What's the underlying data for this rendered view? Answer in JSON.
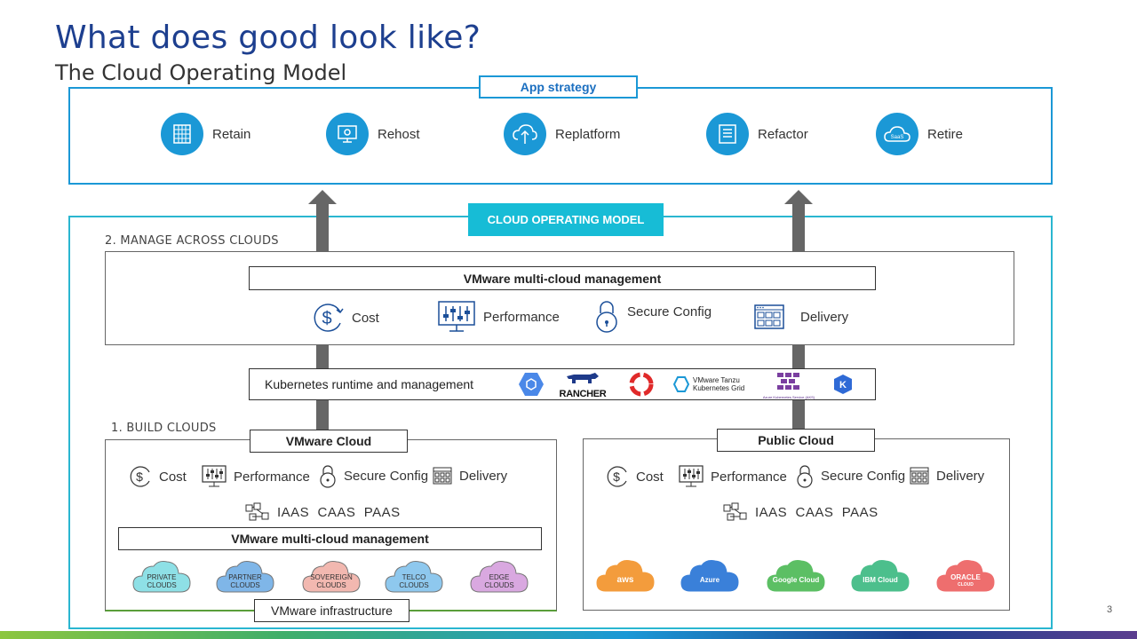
{
  "page": {
    "title": "What does good look like?",
    "subtitle": "The Cloud Operating Model",
    "page_number": "3"
  },
  "app_strategy": {
    "label": "App strategy",
    "items": [
      {
        "label": "Retain",
        "icon": "server-rack-icon"
      },
      {
        "label": "Rehost",
        "icon": "monitor-gear-icon"
      },
      {
        "label": "Replatform",
        "icon": "cloud-upload-icon"
      },
      {
        "label": "Refactor",
        "icon": "list-document-icon"
      },
      {
        "label": "Retire",
        "icon": "saas-cloud-icon"
      }
    ]
  },
  "cloud_operating_model": {
    "label": "CLOUD OPERATING MODEL"
  },
  "manage": {
    "section_label": "2. MANAGE ACROSS CLOUDS",
    "title": "VMware multi-cloud management",
    "items": [
      {
        "label": "Cost",
        "icon": "dollar-cycle-icon"
      },
      {
        "label": "Performance",
        "icon": "dashboard-sliders-icon"
      },
      {
        "label": "Secure Config",
        "icon": "padlock-icon"
      },
      {
        "label": "Delivery",
        "icon": "grid-window-icon"
      }
    ]
  },
  "kubernetes": {
    "label": "Kubernetes runtime and management",
    "logos": [
      "gke-logo",
      "RANCHER",
      "openshift-logo",
      "VMware Tanzu Kubernetes Grid",
      "Azure Kubernetes Service (AKS)",
      "eks-logo"
    ],
    "tanzu_line1": "VMware Tanzu",
    "tanzu_line2": "Kubernetes Grid",
    "rancher": "RANCHER",
    "aks": "Azure Kubernetes Service (AKS)"
  },
  "build": {
    "section_label": "1. BUILD CLOUDS",
    "vmware_cloud": {
      "title": "VMware Cloud",
      "items": [
        "Cost",
        "Performance",
        "Secure Config",
        "Delivery"
      ],
      "services": "IAAS  CAAS  PAAS",
      "mgmt": "VMware multi-cloud management",
      "clouds": [
        {
          "line1": "PRIVATE",
          "line2": "CLOUDS",
          "color": "#8ee0e6"
        },
        {
          "line1": "PARTNER",
          "line2": "CLOUDS",
          "color": "#7fb6e8"
        },
        {
          "line1": "SOVEREIGN",
          "line2": "CLOUDS",
          "color": "#f2b8b0"
        },
        {
          "line1": "TELCO",
          "line2": "CLOUDS",
          "color": "#8ec8ee"
        },
        {
          "line1": "EDGE",
          "line2": "CLOUDS",
          "color": "#d9a8e0"
        }
      ],
      "infra": "VMware infrastructure"
    },
    "public_cloud": {
      "title": "Public Cloud",
      "items": [
        "Cost",
        "Performance",
        "Secure Config",
        "Delivery"
      ],
      "services": "IAAS  CAAS  PAAS",
      "clouds": [
        {
          "label": "aws",
          "color": "#f39c3c"
        },
        {
          "label": "Azure",
          "color": "#3a80d9"
        },
        {
          "label": "Google Cloud",
          "color": "#5cbf64"
        },
        {
          "label": "IBM Cloud",
          "color": "#4cbf8c"
        },
        {
          "label": "ORACLE",
          "sub": "CLOUD",
          "color": "#ee6e6e"
        }
      ]
    }
  },
  "colors": {
    "title_blue": "#1d3f8f",
    "accent_blue": "#1b98d6",
    "teal": "#17bcd6",
    "arrow_gray": "#666666"
  }
}
